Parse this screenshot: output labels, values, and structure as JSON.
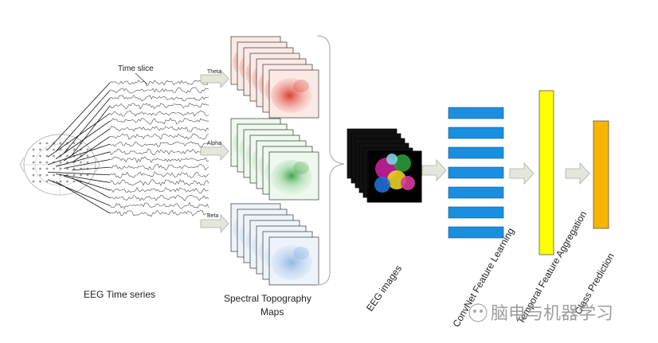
{
  "labels": {
    "time_slice": "Time slice",
    "eeg_time_series": "EEG Time series",
    "spectral_line1": "Spectral Topography",
    "spectral_line2": "Maps",
    "eeg_images": "EEG images",
    "convnet": "ConvNet Feature Learning",
    "temporal": "Temporal Feature Aggregation",
    "class_prediction": "Class Prediction",
    "watermark": "脑电与机器学习"
  },
  "bands": [
    {
      "name": "Theta",
      "color": "#d9362a",
      "tint": "#f7d0c8"
    },
    {
      "name": "Alpha",
      "color": "#2e9a3c",
      "tint": "#cfeccf"
    },
    {
      "name": "Beta",
      "color": "#6d9fd6",
      "tint": "#d3e3f4"
    }
  ],
  "colors": {
    "convnet_block": "#1a8fe0",
    "temporal_block": "#ffff00",
    "class_block": "#f7b500",
    "arrow_fill": "#e3e6dc"
  }
}
